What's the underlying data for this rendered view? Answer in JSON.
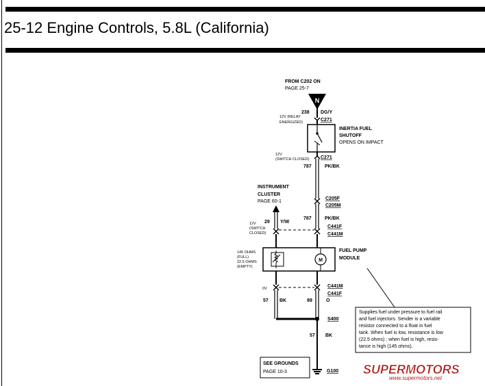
{
  "page": {
    "title": "25-12 Engine Controls, 5.8L (California)"
  },
  "diagram": {
    "from_label": "FROM C202 ON",
    "from_page": "PAGE 25-7",
    "splice_letter": "N",
    "w238_num": "238",
    "w238_color": "DG/Y",
    "c271_top": "C271",
    "relay_1": "12V (RELAY",
    "relay_2": "ENERGIZED)",
    "inertia_1": "INERTIA FUEL",
    "inertia_2": "SHUTOFF",
    "inertia_3": "OPENS ON IMPACT",
    "sw_closed_1": "12V",
    "sw_closed_2": "(SWITCH CLOSED)",
    "c271_bot": "C271",
    "w787a_num": "787",
    "w787a_color": "PK/BK",
    "instr_1": "INSTRUMENT",
    "instr_2": "CLUSTER",
    "instr_3": "PAGE 60-1",
    "c205f": "C205F",
    "c205m": "C205M",
    "w787b_num": "787",
    "w787b_color": "PK/BK",
    "w29_num": "29",
    "w29_color": "Y/W",
    "c441f_top": "C441F",
    "c441m_top": "C441M",
    "sw2_1": "12V",
    "sw2_2": "(SWITCH",
    "sw2_3": "CLOSED)",
    "ohms_1": "145 OHMS",
    "ohms_2": "(FULL)",
    "ohms_3": "22.5 OHMS",
    "ohms_4": "(EMPTY)",
    "motor": "M",
    "fpm_1": "FUEL PUMP",
    "fpm_2": "MODULE",
    "c441m_bot": "C441M",
    "c441f_bot": "C441F",
    "zero_v": "0V",
    "w57a_num": "57",
    "w57a_color": "BK",
    "w89_num": "89",
    "w89_color": "O",
    "s400": "S400",
    "w57b_num": "57",
    "w57b_color": "BK",
    "grounds_1": "SEE  GROUNDS",
    "grounds_2": "PAGE 10-3",
    "g100": "G100",
    "note_1": "Supplies fuel under pressure to fuel rail",
    "note_2": "and fuel injectors. Sender is a variable",
    "note_3": "resistor connected to a float in fuel",
    "note_4": "tank. When fuel is low, resistance is low",
    "note_5": "(22.5 ohms) ; when fuel is high, resis-",
    "note_6": "tance is high (145 ohms).",
    "wm_1": "SUPERMOTORS",
    "wm_2": "www.supermotors.net"
  }
}
